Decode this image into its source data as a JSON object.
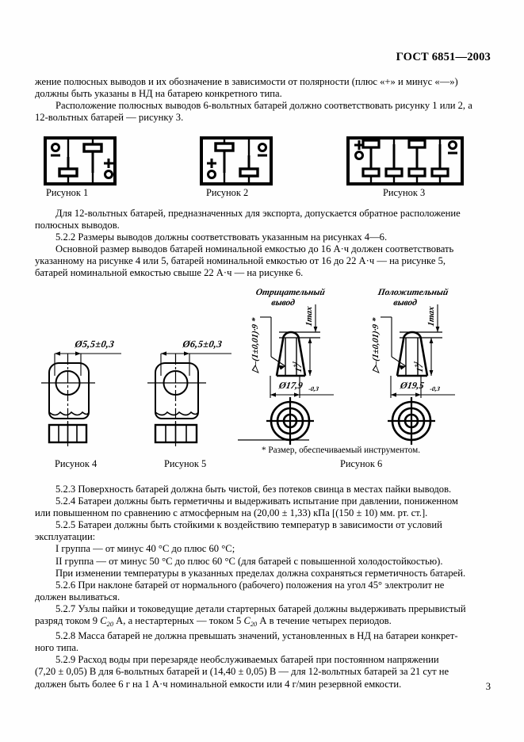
{
  "document": {
    "header": "ГОСТ 6851—2003",
    "page_number": "3"
  },
  "paragraphs": {
    "p1_line1": "жение полюсных выводов и их обозначение в зависимости от полярности (плюс «+» и минус «—»)",
    "p1_line2": "должны быть указаны в НД на батарею конкретного типа.",
    "p2_line1": "Расположение полюсных выводов 6-вольтных батарей должно соответствовать рисунку 1 или 2, а",
    "p2_line2": "12-вольтных батарей — рисунку 3.",
    "p3_line1": "Для 12-вольтных батарей, предназначенных для экспорта, допускается обратное расположение",
    "p3_line2": "полюсных выводов.",
    "p4": "5.2.2  Размеры выводов должны соответствовать указанным на рисунках 4—6.",
    "p5_line1": "Основной размер выводов батарей номинальной емкостью до 16 А·ч должен соответствовать",
    "p5_line2": "указанному на рисунке 4 или 5, батарей номинальной емкостью от 16 до 22 А·ч — на рисунке 5,",
    "p5_line3": "батарей номинальной емкостью свыше 22 А·ч — на рисунке 6.",
    "p6": "5.2.3  Поверхность батарей должна быть чистой, без потеков свинца в местах пайки выводов.",
    "p7_line1": "5.2.4  Батареи должны быть герметичны и выдерживать испытание при давлении, пониженном",
    "p7_line2": "или повышенном по сравнению с атмосферным на (20,00 ± 1,33) кПа [(150 ± 10) мм. рт. ст.].",
    "p8_line1": "5.2.5  Батареи должны быть стойкими к воздействию температур в зависимости от условий",
    "p8_line2": "эксплуатации:",
    "p9": "I группа — от минус 40 °С до плюс 60 °С;",
    "p10": "II группа — от минус 50 °С до плюс 60 °С (для батарей с повышенной холодостойкостью).",
    "p11": "При изменении температуры в указанных пределах должна сохраняться герметичность батарей.",
    "p12_line1": "5.2.6  При наклоне батарей от нормального (рабочего) положения на угол 45° электролит не",
    "p12_line2": "должен выливаться.",
    "p13_line1": "5.2.7  Узлы пайки и токоведущие детали стартерных батарей должны выдерживать прерывистый",
    "p13_line2_a": "разряд током 9 ",
    "p13_line2_c20a": "C",
    "p13_line2_sub_a": "20",
    "p13_line2_b": " А, а нестартерных — током 5 ",
    "p13_line2_c20b": "C",
    "p13_line2_sub_b": "20",
    "p13_line2_c": " А в течение четырех периодов.",
    "p14_line1": "5.2.8  Масса батарей не должна превышать значений, установленных в НД на батареи конкрет-",
    "p14_line2": "ного типа.",
    "p15_line1": "5.2.9  Расход воды при перезаряде необслуживаемых батарей при постоянном напряжении",
    "p15_line2": "(7,20 ± 0,05) В для 6-вольтных батарей и (14,40 ± 0,05) В — для 12-вольтных батарей за 21 сут не",
    "p15_line3": "должен быть более 6 г на 1 А·ч номинальной емкости или 4 г/мин резервной емкости."
  },
  "figures": {
    "fig1": {
      "caption": "Рисунок 1"
    },
    "fig2": {
      "caption": "Рисунок 2"
    },
    "fig3": {
      "caption": "Рисунок 3"
    },
    "fig4": {
      "caption": "Рисунок 4",
      "dimension": "Ø5,5±0,3"
    },
    "fig5": {
      "caption": "Рисунок 5",
      "dimension": "Ø6,5±0,3"
    },
    "fig6": {
      "caption": "Рисунок 6",
      "label_negative": "Отрицательный",
      "label_negative2": "вывод",
      "label_positive": "Положительный",
      "label_positive2": "вывод",
      "taper_label": "▷–(1±0,01)·9 *",
      "height_max": "1max",
      "height_17": "17",
      "height_17_tol": "+1",
      "dia_negative": "Ø17,9",
      "dia_negative_tol": "-0,3",
      "dia_positive": "Ø19,5",
      "dia_positive_tol": "-0,3",
      "footnote": "*  Размер, обеспечиваемый инструментом."
    },
    "polarity": {
      "plus": "+",
      "minus": "—"
    }
  }
}
